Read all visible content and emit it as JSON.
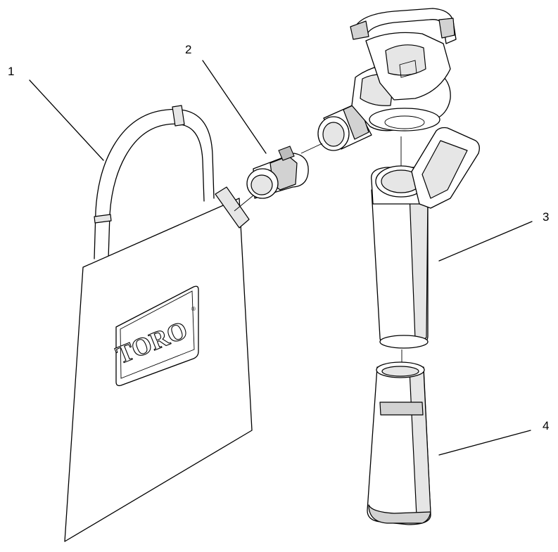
{
  "callouts": [
    {
      "id": "1",
      "label": "1"
    },
    {
      "id": "2",
      "label": "2"
    },
    {
      "id": "3",
      "label": "3"
    },
    {
      "id": "4",
      "label": "4"
    }
  ],
  "parts": {
    "bag_logo": "TORO"
  }
}
